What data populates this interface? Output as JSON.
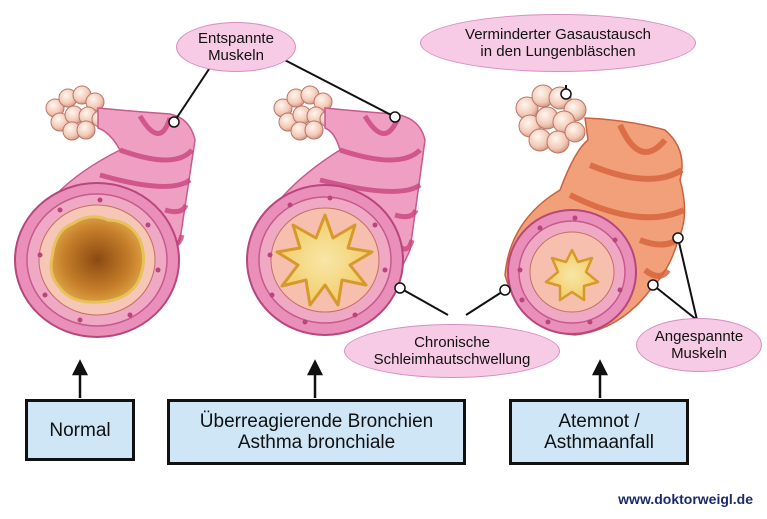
{
  "annotations": {
    "relaxed_muscles": {
      "line1": "Entspannte",
      "line2": "Muskeln"
    },
    "reduced_gas_exchange": {
      "line1": "Verminderter Gasaustausch",
      "line2": "in den Lungenbläschen"
    },
    "chronic_swelling": {
      "line1": "Chronische",
      "line2": "Schleimhautschwellung"
    },
    "tense_muscles": {
      "line1": "Angespannte",
      "line2": "Muskeln"
    }
  },
  "stages": [
    {
      "line1": "Normal",
      "line2": ""
    },
    {
      "line1": "Überreagierende Bronchien",
      "line2": "Asthma bronchiale"
    },
    {
      "line1": "Atemnot /",
      "line2": "Asthmaanfall"
    }
  ],
  "watermark": "www.doktorweigl.de",
  "colors": {
    "label_bubble": "#f7cbe6",
    "stage_box": "#cfe6f7",
    "bronchus_wall": "#e78fbf",
    "bronchus_ring": "#c9457e",
    "mucosa": "#f3b3b0",
    "lumen_normal": "#c9822a",
    "lumen_swollen": "#f4d37a",
    "tense_tube": "#f2a07a",
    "watermark": "#1b2a6b"
  }
}
